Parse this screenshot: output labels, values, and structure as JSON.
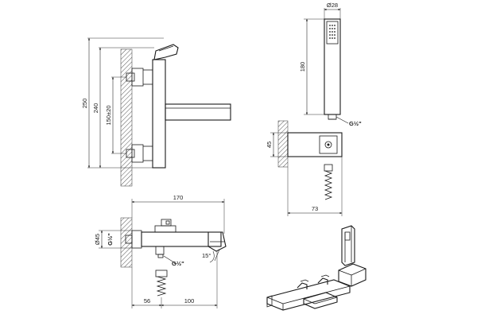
{
  "side_view": {
    "dim_total_height": "250",
    "dim_body_height": "240",
    "dim_inlet_spacing": "150±20"
  },
  "hand_shower": {
    "dim_diameter": "Ø28",
    "dim_length": "180",
    "thread": "G½\""
  },
  "holder": {
    "dim_height": "45",
    "dim_projection": "73"
  },
  "top_view": {
    "dim_width": "170",
    "dim_diameter": "Ø45",
    "thread_inlet": "G½\"",
    "thread_outlet": "G½\"",
    "angle": "15°",
    "dim_wall_offset": "56",
    "dim_spout": "100"
  },
  "colors": {
    "line": "#1a1a1a",
    "background": "#ffffff"
  }
}
